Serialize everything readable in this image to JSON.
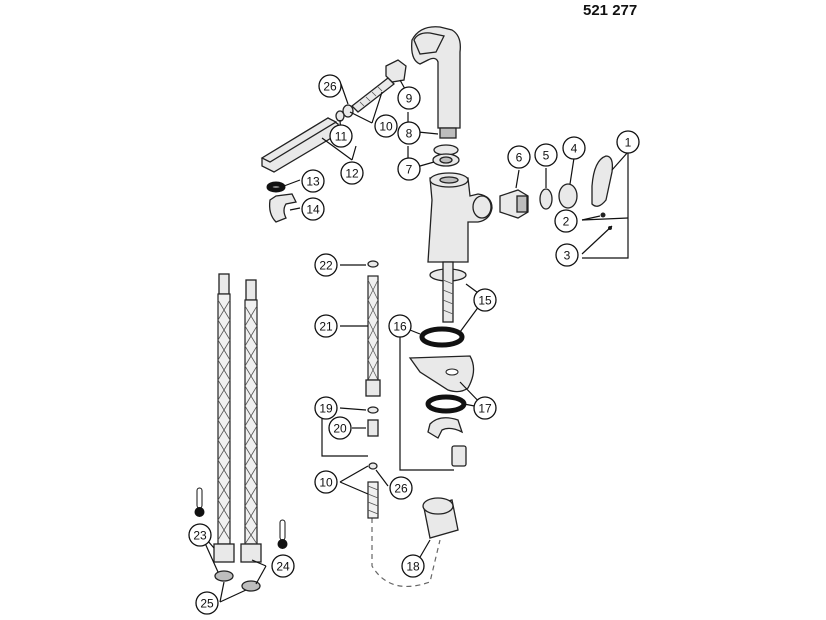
{
  "header": {
    "code": "521 277"
  },
  "callouts": [
    {
      "id": "c1",
      "label": "1"
    },
    {
      "id": "c2",
      "label": "2"
    },
    {
      "id": "c3",
      "label": "3"
    },
    {
      "id": "c4",
      "label": "4"
    },
    {
      "id": "c5",
      "label": "5"
    },
    {
      "id": "c6",
      "label": "6"
    },
    {
      "id": "c7",
      "label": "7"
    },
    {
      "id": "c8",
      "label": "8"
    },
    {
      "id": "c9",
      "label": "9"
    },
    {
      "id": "c10a",
      "label": "10"
    },
    {
      "id": "c11",
      "label": "11"
    },
    {
      "id": "c12",
      "label": "12"
    },
    {
      "id": "c13",
      "label": "13"
    },
    {
      "id": "c14",
      "label": "14"
    },
    {
      "id": "c15",
      "label": "15"
    },
    {
      "id": "c16",
      "label": "16"
    },
    {
      "id": "c17",
      "label": "17"
    },
    {
      "id": "c18",
      "label": "18"
    },
    {
      "id": "c19",
      "label": "19"
    },
    {
      "id": "c20",
      "label": "20"
    },
    {
      "id": "c21",
      "label": "21"
    },
    {
      "id": "c22",
      "label": "22"
    },
    {
      "id": "c23",
      "label": "23"
    },
    {
      "id": "c24",
      "label": "24"
    },
    {
      "id": "c25",
      "label": "25"
    },
    {
      "id": "c26a",
      "label": "26"
    },
    {
      "id": "c10b",
      "label": "10"
    },
    {
      "id": "c26b",
      "label": "26"
    }
  ],
  "icons": {
    "hot_indicator": "thermometer-icon",
    "cold_indicator": "thermometer-icon"
  }
}
